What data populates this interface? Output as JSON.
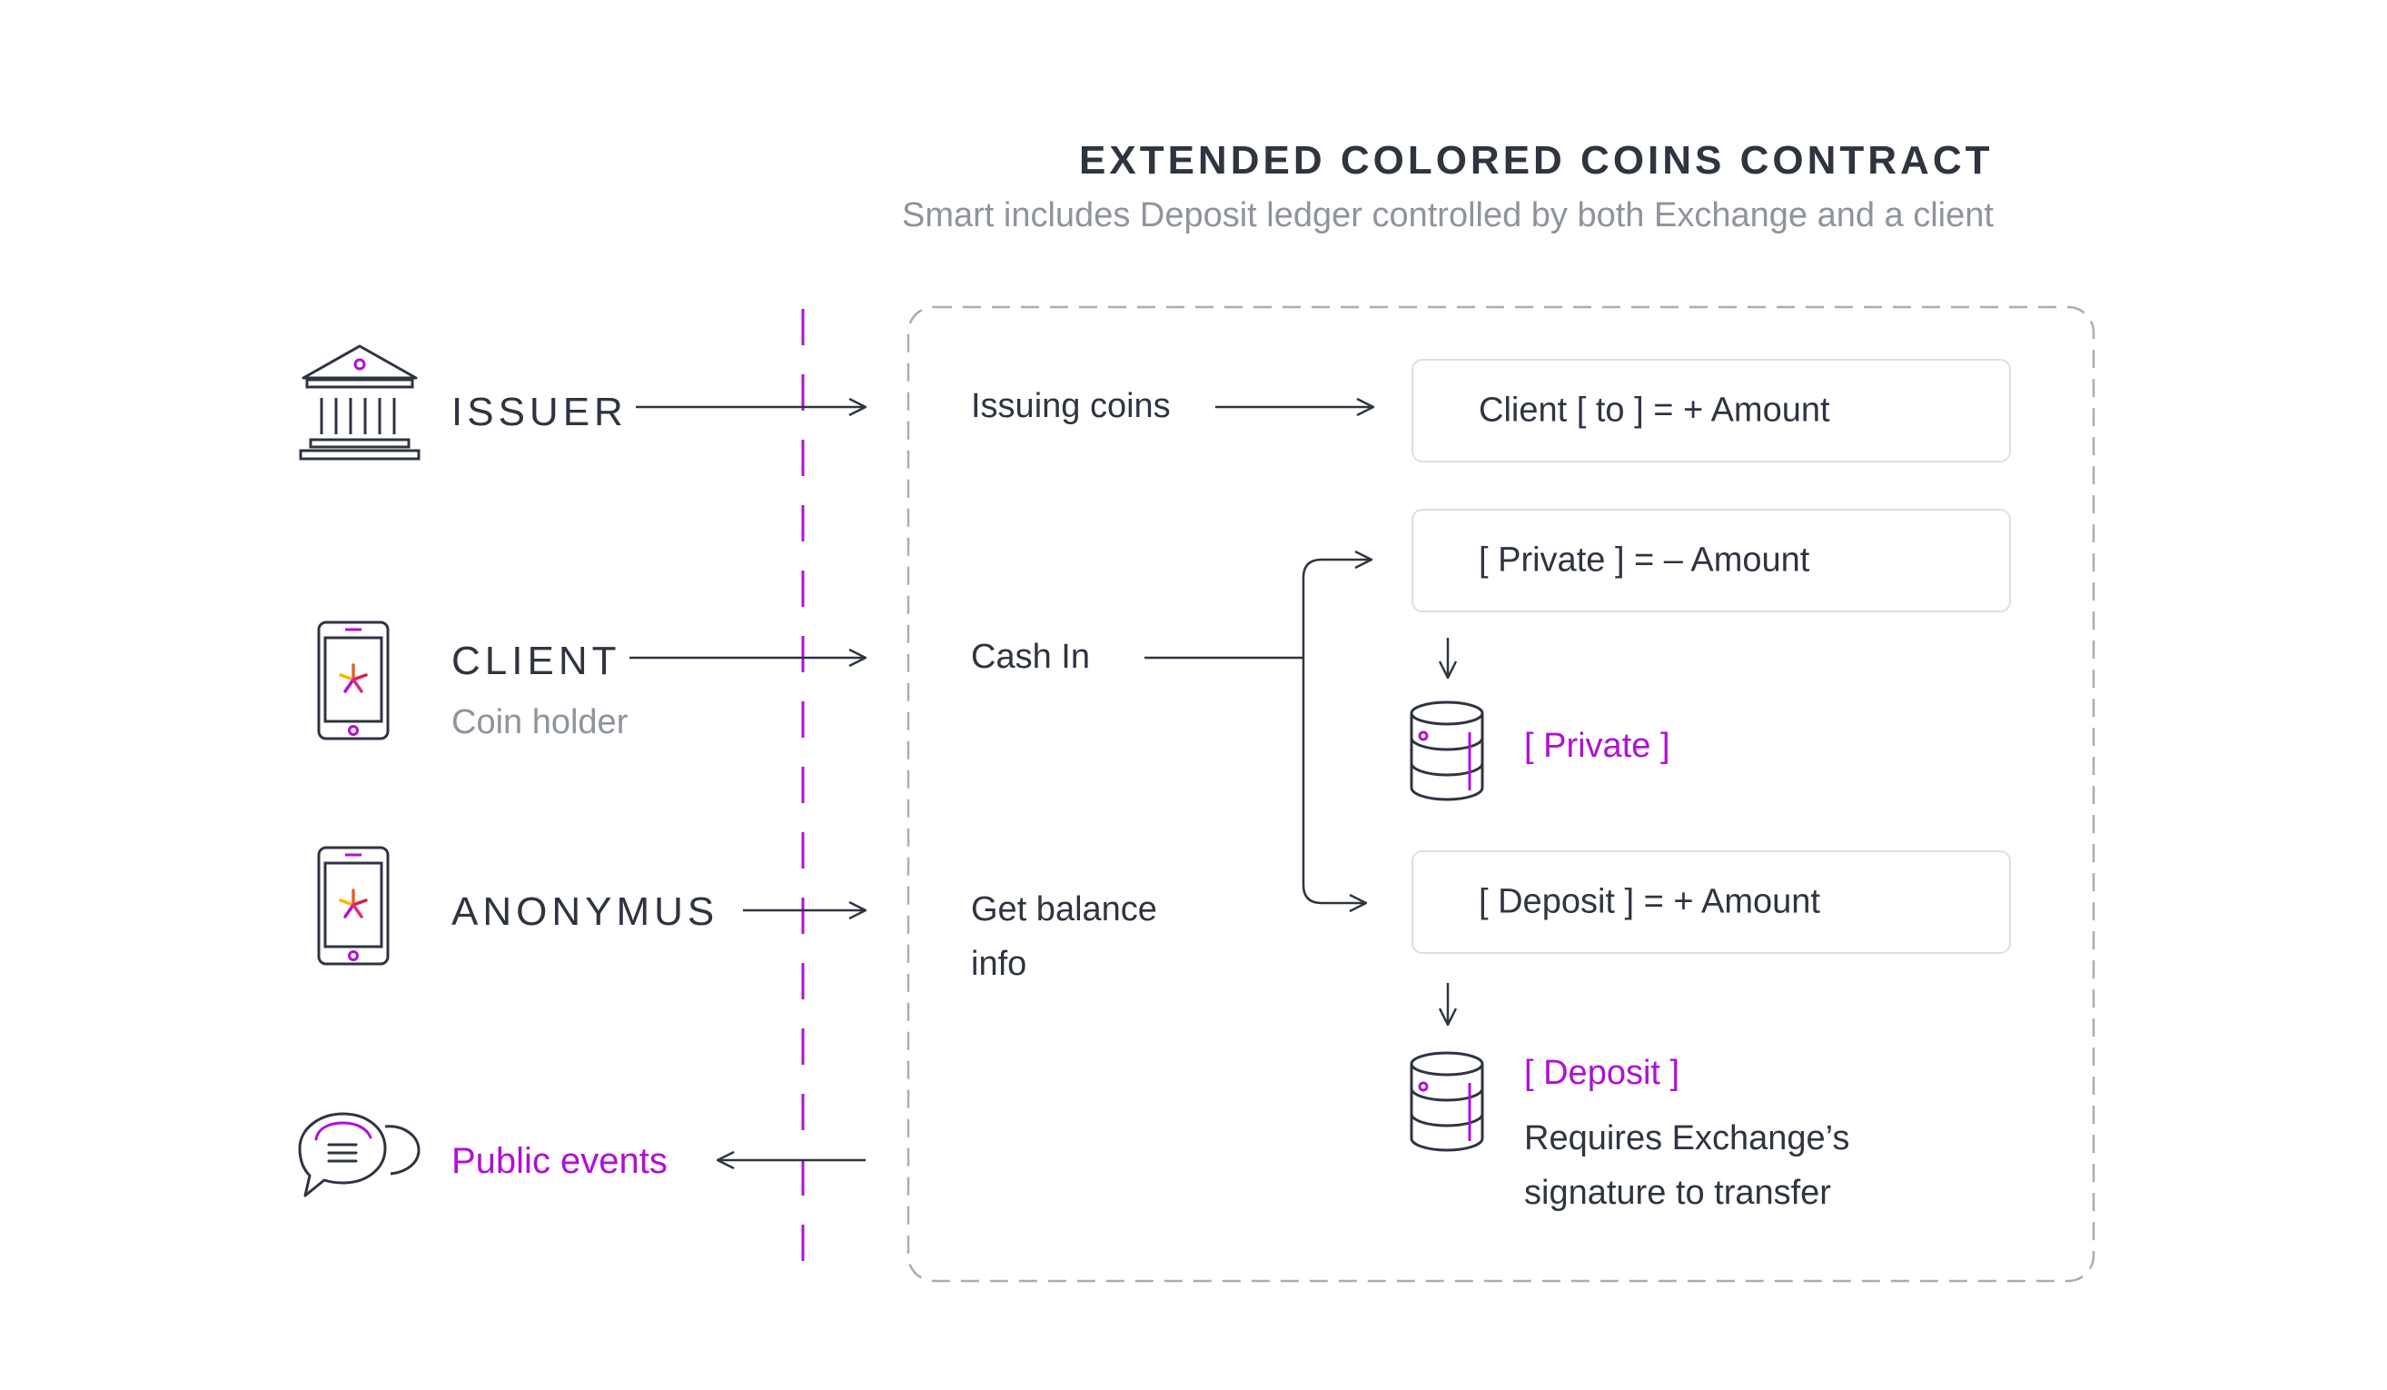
{
  "header": {
    "title": "EXTENDED COLORED COINS CONTRACT",
    "subtitle": "Smart includes Deposit ledger controlled by both Exchange and a client"
  },
  "actors": {
    "issuer": {
      "label": "ISSUER",
      "icon": "bank-building-icon"
    },
    "client": {
      "label": "CLIENT",
      "sublabel": "Coin holder",
      "icon": "smartphone-icon"
    },
    "anonymus": {
      "label": "ANONYMUS",
      "icon": "smartphone-icon"
    },
    "public_events": {
      "label": "Public events",
      "icon": "chat-bubbles-icon"
    }
  },
  "operations": {
    "issuing": "Issuing coins",
    "cash_in": "Cash In",
    "get_balance_line1": "Get balance",
    "get_balance_line2": "info"
  },
  "ledgers": {
    "client_to": "Client [ to ] = + Amount",
    "private_minus": "[ Private ] = – Amount",
    "deposit_plus": "[ Deposit ] = + Amount"
  },
  "stores": {
    "private_label": "[ Private ]",
    "deposit_label": "[ Deposit ]",
    "deposit_note_line1": "Requires Exchange’s",
    "deposit_note_line2": "signature to transfer"
  },
  "colors": {
    "ink": "#2f3441",
    "accent": "#b10fd6",
    "muted": "#8e939c",
    "border": "#dcdfe4",
    "dashed_border": "#a8adb5"
  }
}
